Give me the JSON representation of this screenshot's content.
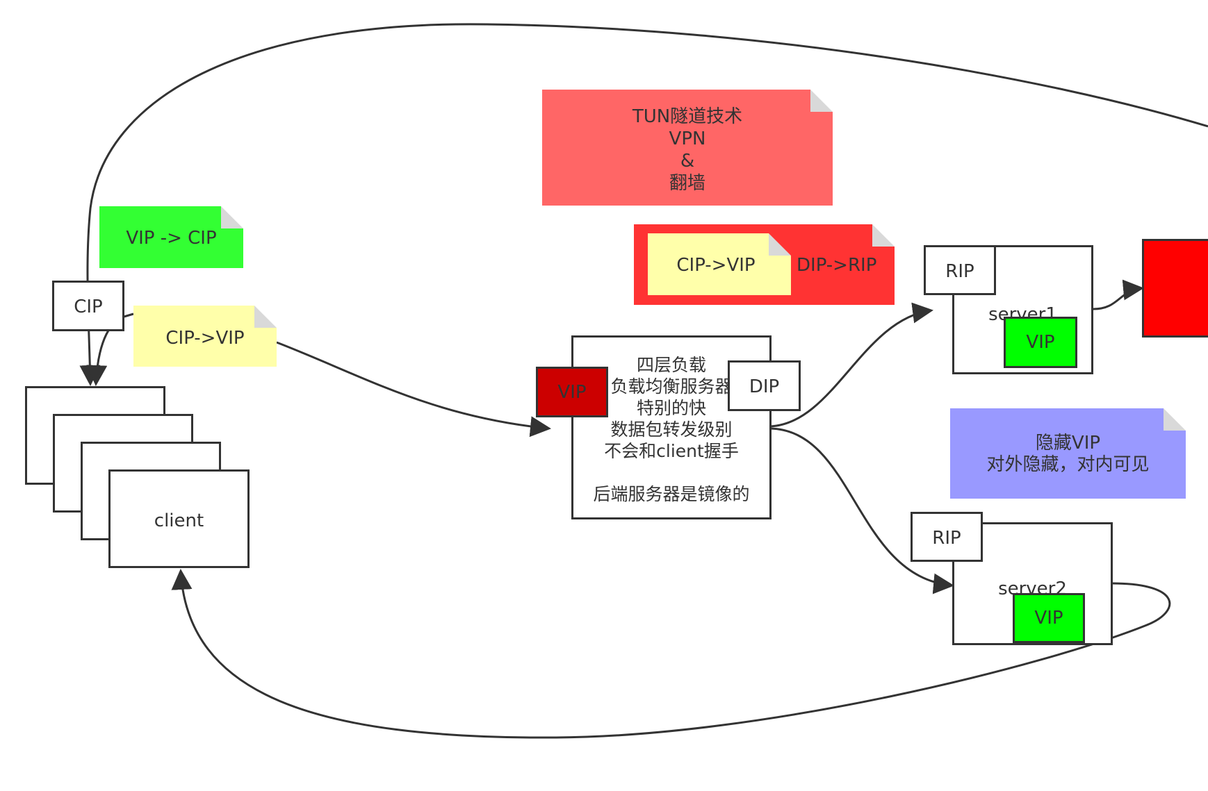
{
  "notes": {
    "tun": [
      "TUN隧道技术",
      "VPN",
      "&",
      "翻墙"
    ],
    "vip_to_cip": "VIP -> CIP",
    "cip_to_vip_left": "CIP->VIP",
    "cip_to_vip_inner": "CIP->VIP",
    "dip_to_rip": "DIP->RIP",
    "hidden_vip": [
      "隐藏VIP",
      "对外隐藏，对内可见"
    ]
  },
  "client": {
    "label": "client",
    "cip_label": "CIP"
  },
  "load_balancer": {
    "lines": [
      "四层负载",
      "负载均衡服务器",
      "特别的快",
      "数据包转发级别",
      "不会和client握手",
      "",
      "后端服务器是镜像的"
    ],
    "vip_label": "VIP",
    "dip_label": "DIP"
  },
  "server1": {
    "label": "server1",
    "rip_label": "RIP",
    "vip_label": "VIP"
  },
  "server2": {
    "label": "server2",
    "rip_label": "RIP",
    "vip_label": "VIP"
  },
  "colors": {
    "tun_note": "#ff6666",
    "green_note": "#33ff33",
    "yellow_note": "#ffffaa",
    "red_note": "#ff3333",
    "purple_note": "#9999ff",
    "vip_dark_red": "#cc0000",
    "vip_green": "#00ff00",
    "red_block": "#ff0000"
  }
}
